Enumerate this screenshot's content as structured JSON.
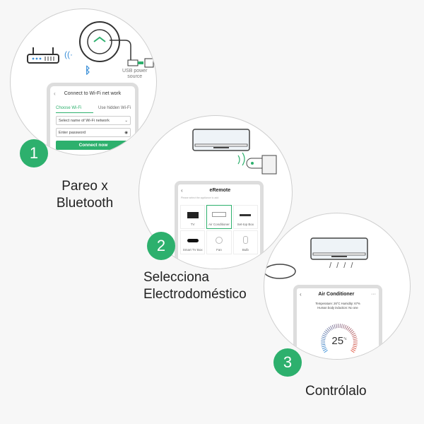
{
  "step1": {
    "number": "1",
    "caption_line1": "Pareo x",
    "caption_line2": "Bluetooth",
    "usb_line1": "USB power",
    "usb_line2": "source",
    "app_title": "Connect to Wi-Fi net work",
    "tab_choose": "Choose Wi-Fi",
    "tab_hidden": "Use hidden Wi-Fi",
    "network_placeholder": "Select name of Wi-Fi network",
    "password_placeholder": "Enter password",
    "connect_label": "Connect now"
  },
  "step2": {
    "number": "2",
    "caption_line1": "Selecciona",
    "caption_line2": "Electrodoméstico",
    "app_title": "eRemote",
    "hint": "Please select the appliance to add",
    "items": [
      "TV",
      "Air Conditioner",
      "Set-top Box",
      "Smart TV Box",
      "Fan",
      "Bulb"
    ]
  },
  "step3": {
    "number": "3",
    "caption": "Contrólalo",
    "app_title": "Air Conditioner",
    "menu": "···",
    "status_line1": "Temperature: 26°C Humidity: 67%",
    "status_line2": "Human body induction: No one",
    "temperature": "25",
    "unit": "°c"
  },
  "colors": {
    "accent": "#2db06d",
    "dial_blue": "#3a8fd8",
    "dial_red": "#e2553f"
  }
}
